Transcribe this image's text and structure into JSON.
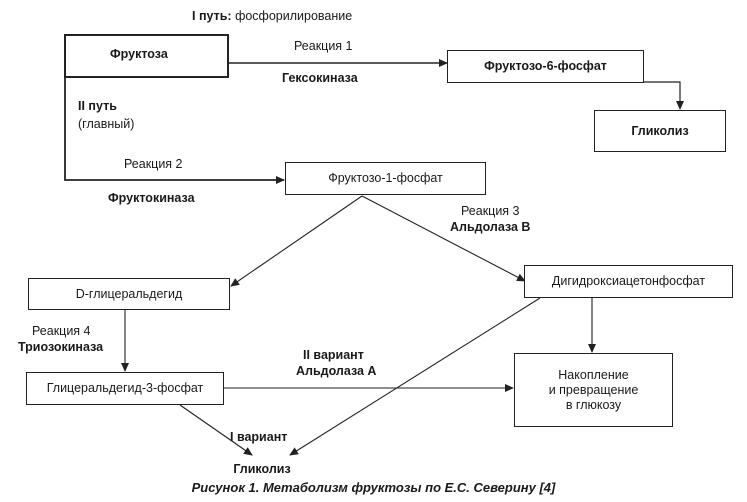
{
  "header": {
    "path1_prefix": "I путь:",
    "path1_text": "фосфорилирование"
  },
  "nodes": {
    "fructose": "Фруктоза",
    "f6p": "Фруктозо-6-фосфат",
    "glycolysis_top": "Гликолиз",
    "f1p": "Фруктозо-1-фосфат",
    "dglyceraldehyde": "D-глицеральдегид",
    "dhap": "Дигидроксиацетонфосфат",
    "g3p": "Глицеральдегид-3-фосфат",
    "accumulation": "Накопление\nи превращение\nв глюкозу",
    "glycolysis_bottom": "Гликолиз"
  },
  "labels": {
    "reaction1": "Реакция 1",
    "hexokinase": "Гексокиназа",
    "path2": "II путь",
    "path2_sub": "(главный)",
    "reaction2": "Реакция 2",
    "fructokinase": "Фруктокиназа",
    "reaction3": "Реакция 3",
    "aldolaseB": "Альдолаза B",
    "reaction4": "Реакция 4",
    "triokinase": "Триозокиназа",
    "variant2": "II вариант",
    "aldolaseA": "Альдолаза А",
    "variant1": "I вариант"
  },
  "caption": "Рисунок 1. Метаболизм фруктозы по Е.С. Северину [4]"
}
